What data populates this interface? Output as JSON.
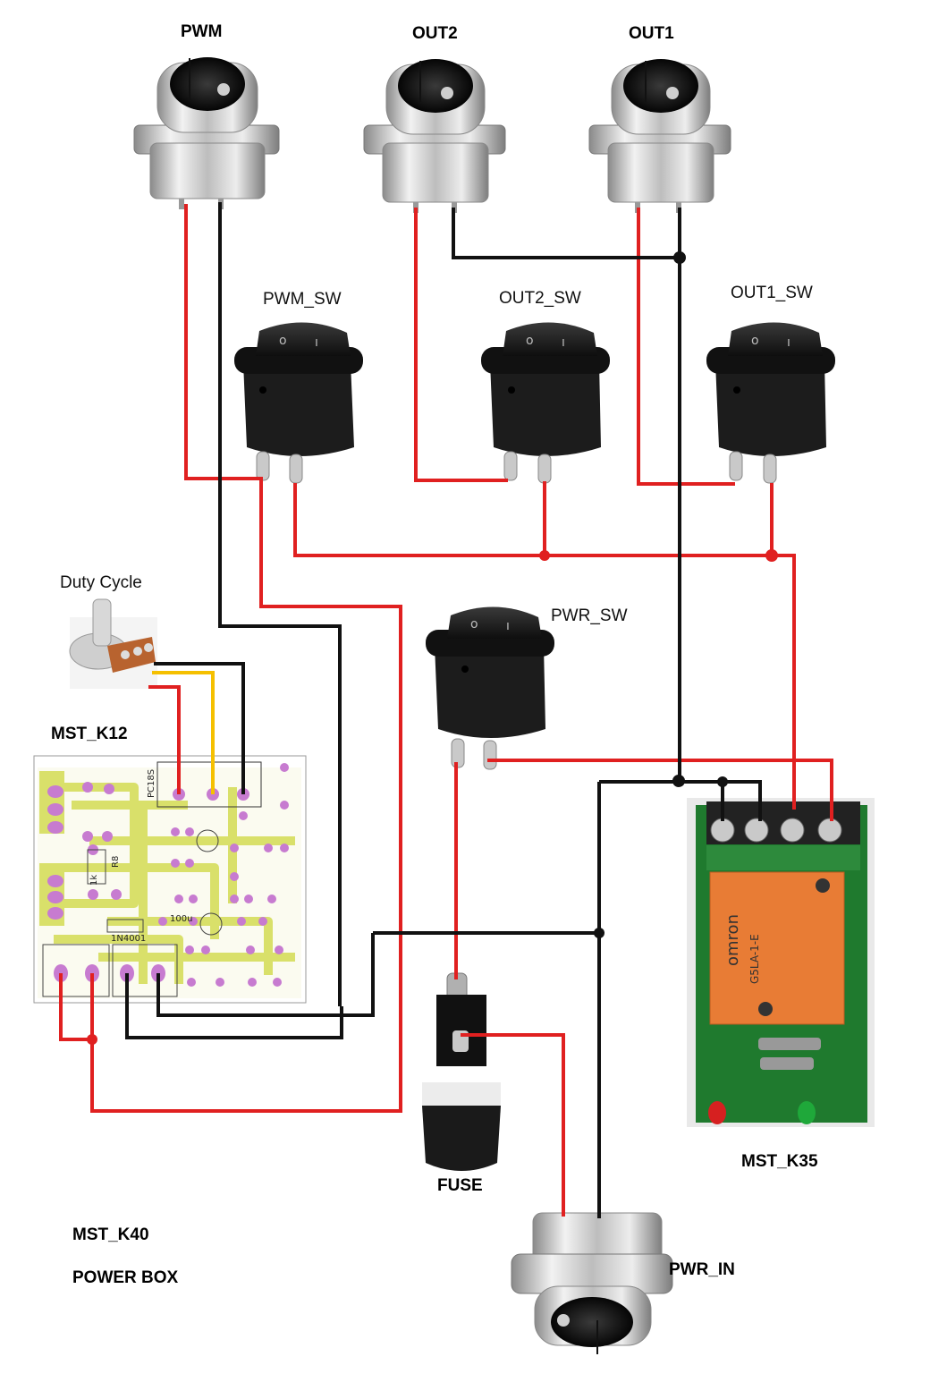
{
  "labels": {
    "pwm": "PWM",
    "out2": "OUT2",
    "out1": "OUT1",
    "pwm_sw": "PWM_SW",
    "out2_sw": "OUT2_SW",
    "out1_sw": "OUT1_SW",
    "duty_cycle": "Duty Cycle",
    "pwr_sw": "PWR_SW",
    "mst_k12": "MST_K12",
    "mst_k35": "MST_K35",
    "fuse": "FUSE",
    "mst_k40": "MST_K40",
    "power_box": "POWER BOX",
    "pwr_in": "PWR_IN"
  },
  "colors": {
    "positive_wire": "#e02020",
    "negative_wire": "#111111",
    "signal_wire": "#f5c000",
    "pcb_trace": "#d9e06a",
    "pcb_pad": "#c77bd0",
    "relay_board": "#1f7a2e",
    "relay_body": "#e87c35"
  },
  "icons": {
    "connector": "aviation-socket-icon",
    "switch": "rocker-switch-icon",
    "potentiometer": "potentiometer-icon",
    "fuse": "fuse-holder-icon",
    "relay": "relay-module-icon",
    "pcb": "pwm-board-icon"
  }
}
